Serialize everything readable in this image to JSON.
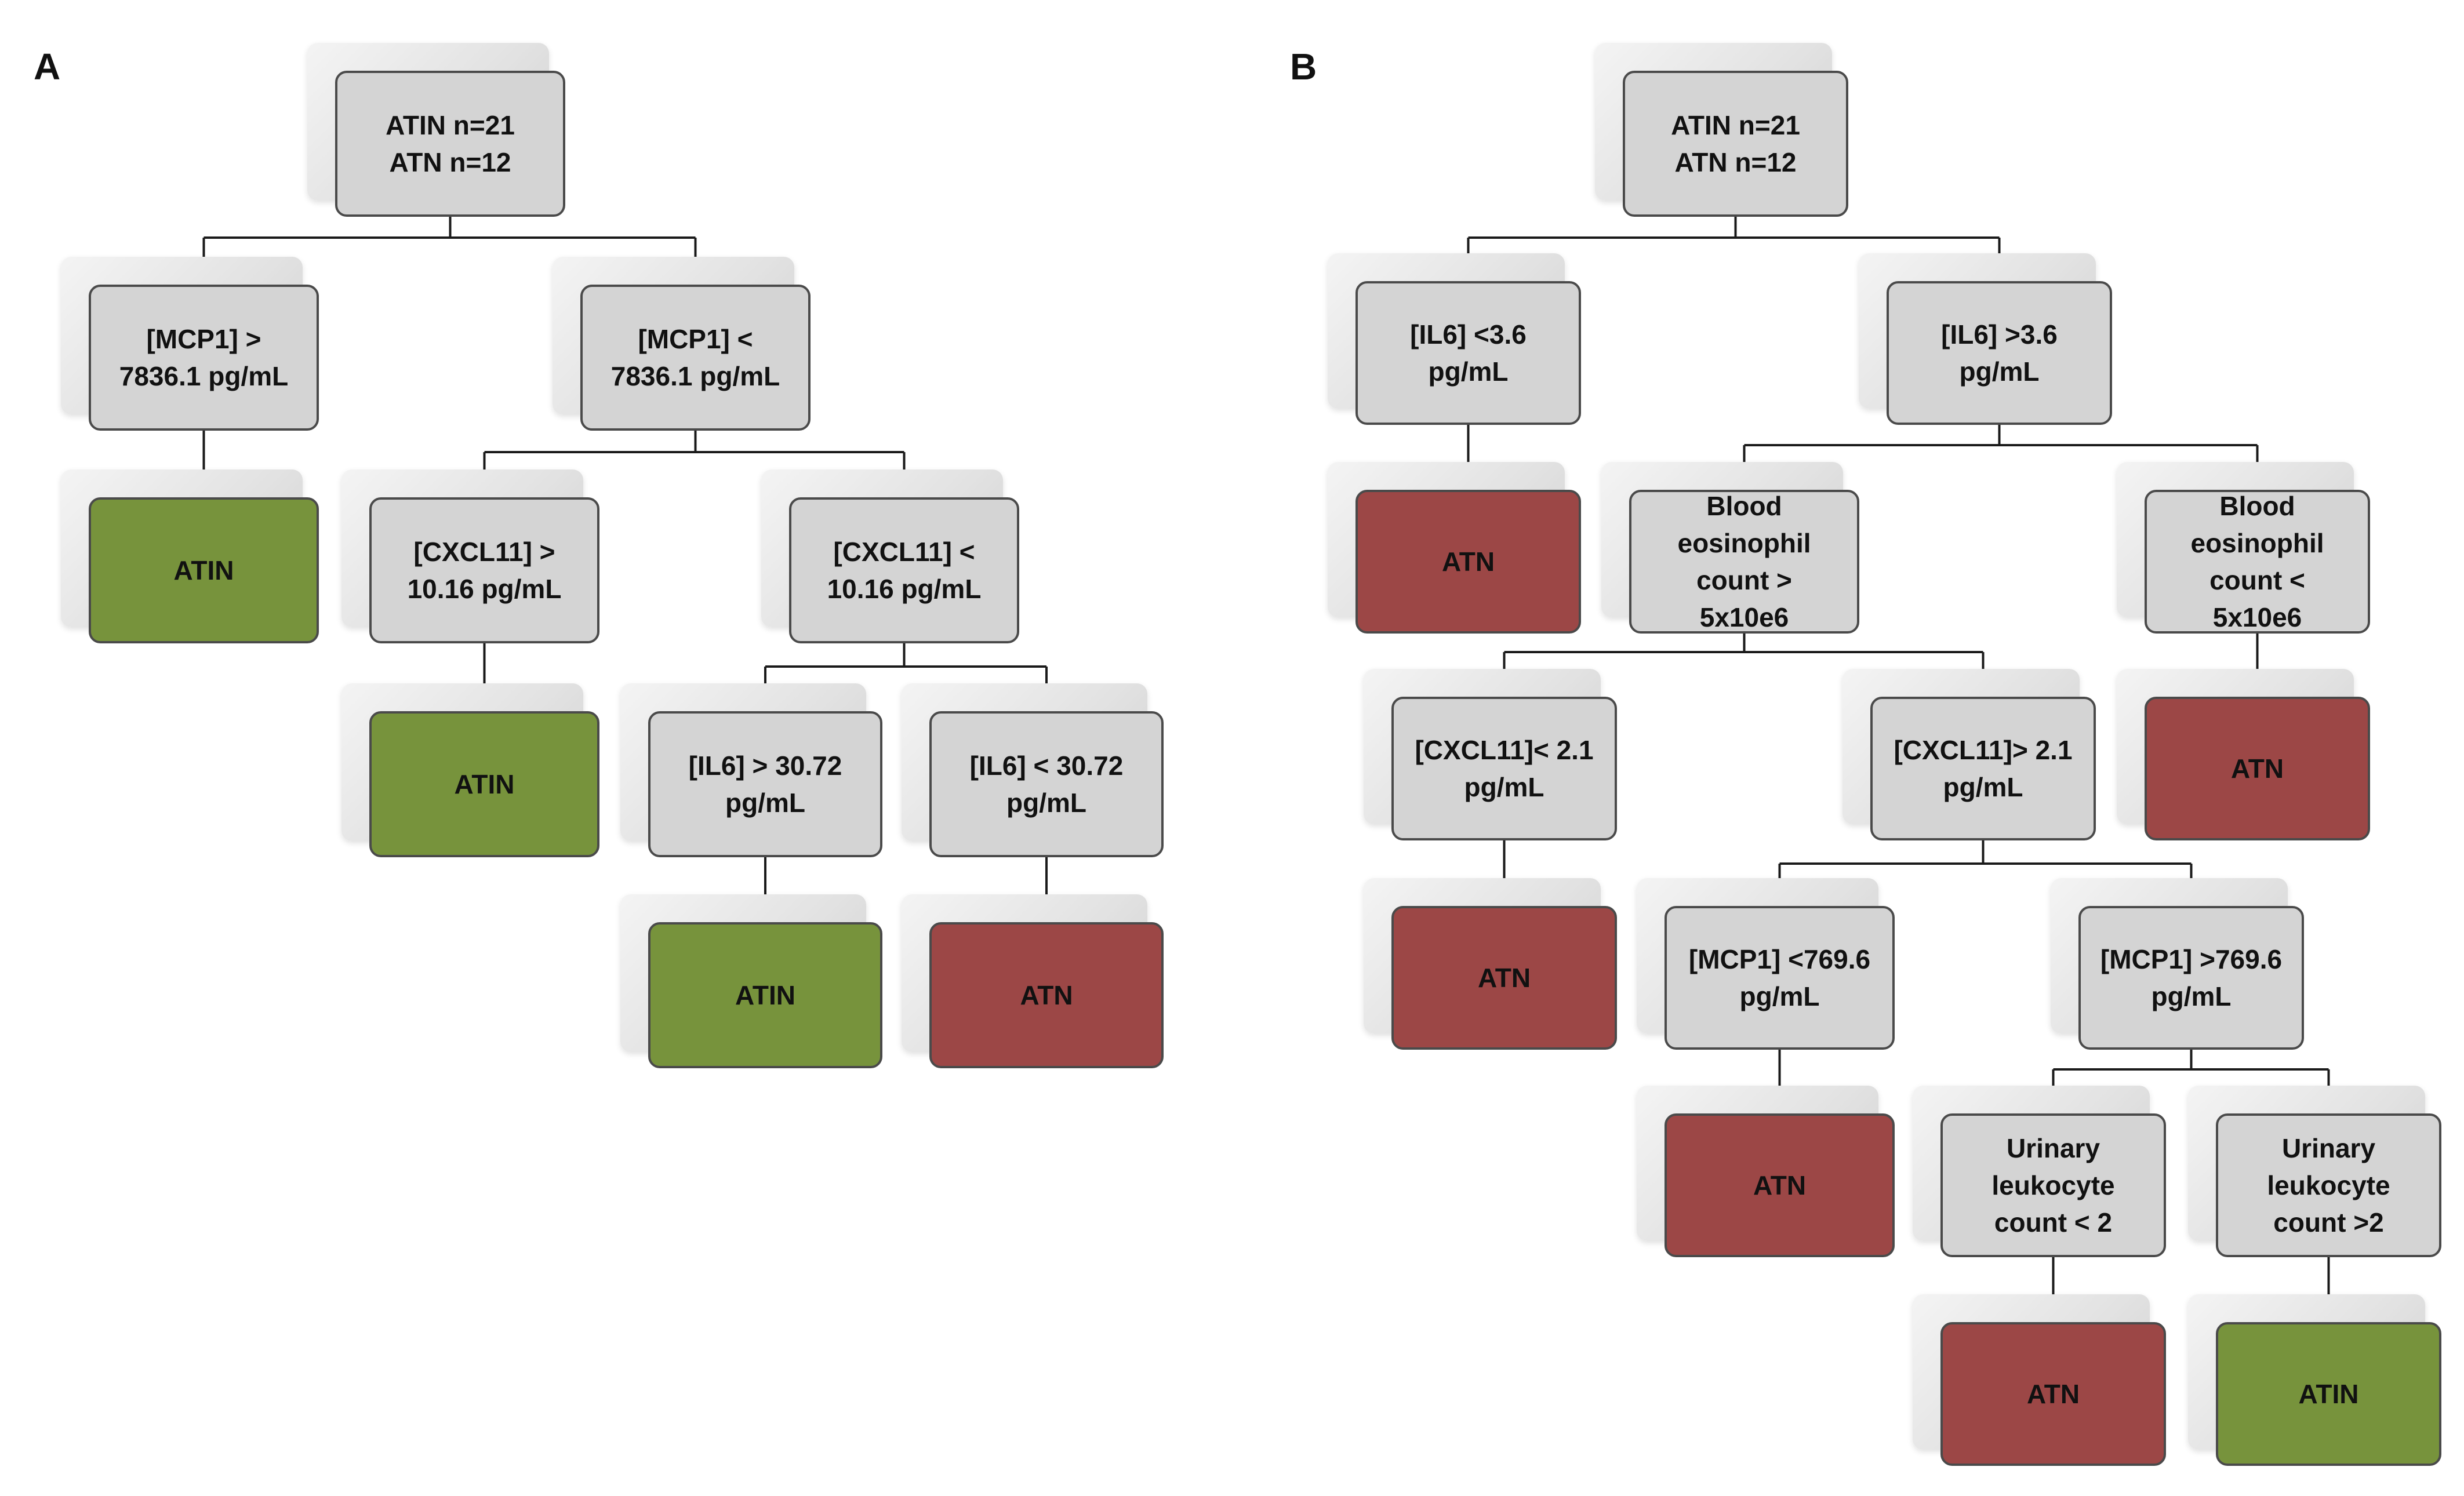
{
  "panels": {
    "a": {
      "label": "A",
      "root": "ATIN n=21\nATN n=12",
      "mcp1_high": "[MCP1] >\n7836.1 pg/mL",
      "mcp1_low": "[MCP1] <\n7836.1 pg/mL",
      "leaf_mcp1_high": "ATIN",
      "cxcl11_high": "[CXCL11] >\n10.16 pg/mL",
      "cxcl11_low": "[CXCL11] <\n10.16 pg/mL",
      "leaf_cxcl11_high": "ATIN",
      "il6_high": "[IL6] > 30.72\npg/mL",
      "il6_low": "[IL6] < 30.72\npg/mL",
      "leaf_il6_high": "ATIN",
      "leaf_il6_low": "ATN"
    },
    "b": {
      "label": "B",
      "root": "ATIN n=21\nATN n=12",
      "il6_low": "[IL6] <3.6\npg/mL",
      "il6_high": "[IL6] >3.6\npg/mL",
      "leaf_il6_low": "ATN",
      "eos_high": "Blood\neosinophil\ncount >\n5x10e6",
      "eos_low": "Blood\neosinophil\ncount <\n5x10e6",
      "leaf_eos_low": "ATN",
      "cxcl11_low": "[CXCL11]< 2.1\npg/mL",
      "cxcl11_high": "[CXCL11]> 2.1\npg/mL",
      "leaf_cxcl11_low": "ATN",
      "mcp1_low": "[MCP1] <769.6\npg/mL",
      "mcp1_high": "[MCP1] >769.6\npg/mL",
      "leaf_mcp1_low": "ATN",
      "leuk_low": "Urinary\nleukocyte\ncount < 2",
      "leuk_high": "Urinary\nleukocyte\ncount >2",
      "leaf_leuk_low": "ATN",
      "leaf_leuk_high": "ATIN"
    }
  },
  "colors": {
    "decision": "#d4d4d4",
    "atin": "#77933c",
    "atn": "#9c4746",
    "line": "#1a1a1a"
  }
}
